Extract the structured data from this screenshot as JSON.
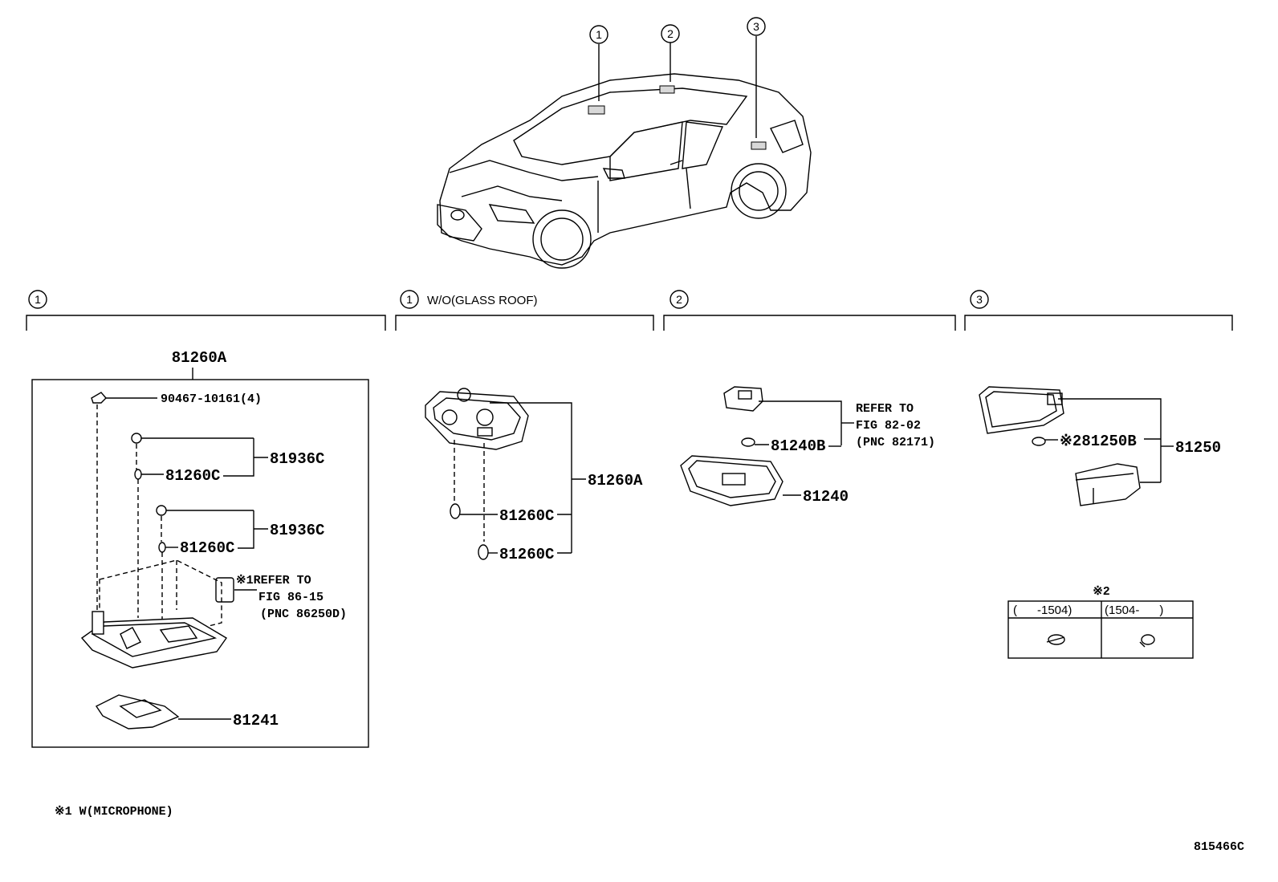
{
  "callouts": {
    "c1": "1",
    "c2": "2",
    "c3": "3"
  },
  "sections": {
    "s1": {
      "marker": "1",
      "label": ""
    },
    "s1b": {
      "marker": "1",
      "label": "W/O(GLASS ROOF)"
    },
    "s2": {
      "marker": "2",
      "label": ""
    },
    "s3": {
      "marker": "3",
      "label": ""
    }
  },
  "parts": {
    "box_title": "81260A",
    "screw": "90467-10161(4)",
    "bulb_assy_1": "81936C",
    "bulb_1": "81260C",
    "bulb_assy_2": "81936C",
    "bulb_2": "81260C",
    "mic_ref_1": "※1REFER TO",
    "mic_ref_2": "FIG 86-15",
    "mic_ref_3": "(PNC 86250D)",
    "cover": "81241",
    "lamp_81260A": "81260A",
    "bulb_a": "81260C",
    "bulb_b": "81260C",
    "ref2_1": "REFER TO",
    "ref2_2": "FIG 82-02",
    "ref2_3": "(PNC 82171)",
    "bulb_81240B": "81240B",
    "lamp_81240": "81240",
    "bulb_81250B": "※281250B",
    "lamp_81250": "81250"
  },
  "table": {
    "title": "※2",
    "col1": "(      -1504)",
    "col2": "(1504-      )"
  },
  "footnote": "※1 W(MICROPHONE)",
  "figure_id": "815466C"
}
